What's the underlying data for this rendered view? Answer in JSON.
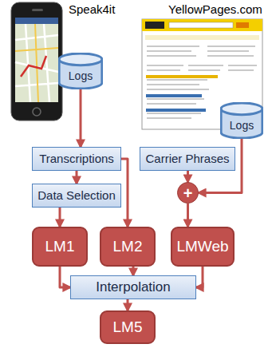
{
  "diagram": {
    "nodes": [
      {
        "text": [
          "Logs"
        ]
      },
      {
        "text": [
          "Logs"
        ]
      },
      {
        "text": [
          "Transcriptions"
        ]
      },
      {
        "text": [
          "Carrier Phrases"
        ]
      },
      {
        "text": [
          "+"
        ]
      },
      {
        "text": [
          "Data Selection"
        ]
      },
      {
        "text": [
          "LM1"
        ]
      },
      {
        "text": [
          "LM2"
        ]
      },
      {
        "text": [
          "LMWeb"
        ]
      },
      {
        "text": [
          "Interpolation"
        ]
      },
      {
        "text": [
          "LM5"
        ]
      }
    ],
    "edges": [
      {
        "from": 0,
        "to": 2,
        "arrow": "to"
      },
      {
        "from": 2,
        "to": 5,
        "arrow": "to"
      },
      {
        "from": 2,
        "to": 7,
        "arrow": "to"
      },
      {
        "from": 5,
        "to": 6,
        "arrow": "to"
      },
      {
        "from": 3,
        "to": 4,
        "arrow": "to"
      },
      {
        "from": 1,
        "to": 4,
        "arrow": "to"
      },
      {
        "from": 4,
        "to": 8,
        "arrow": "to"
      },
      {
        "from": 6,
        "to": 9,
        "arrow": "to"
      },
      {
        "from": 7,
        "to": 9,
        "arrow": "to"
      },
      {
        "from": 8,
        "to": 9,
        "arrow": "to"
      },
      {
        "from": 9,
        "to": 10,
        "arrow": "to"
      }
    ],
    "labels": [
      "Speak4it",
      "YellowPages.com"
    ]
  }
}
